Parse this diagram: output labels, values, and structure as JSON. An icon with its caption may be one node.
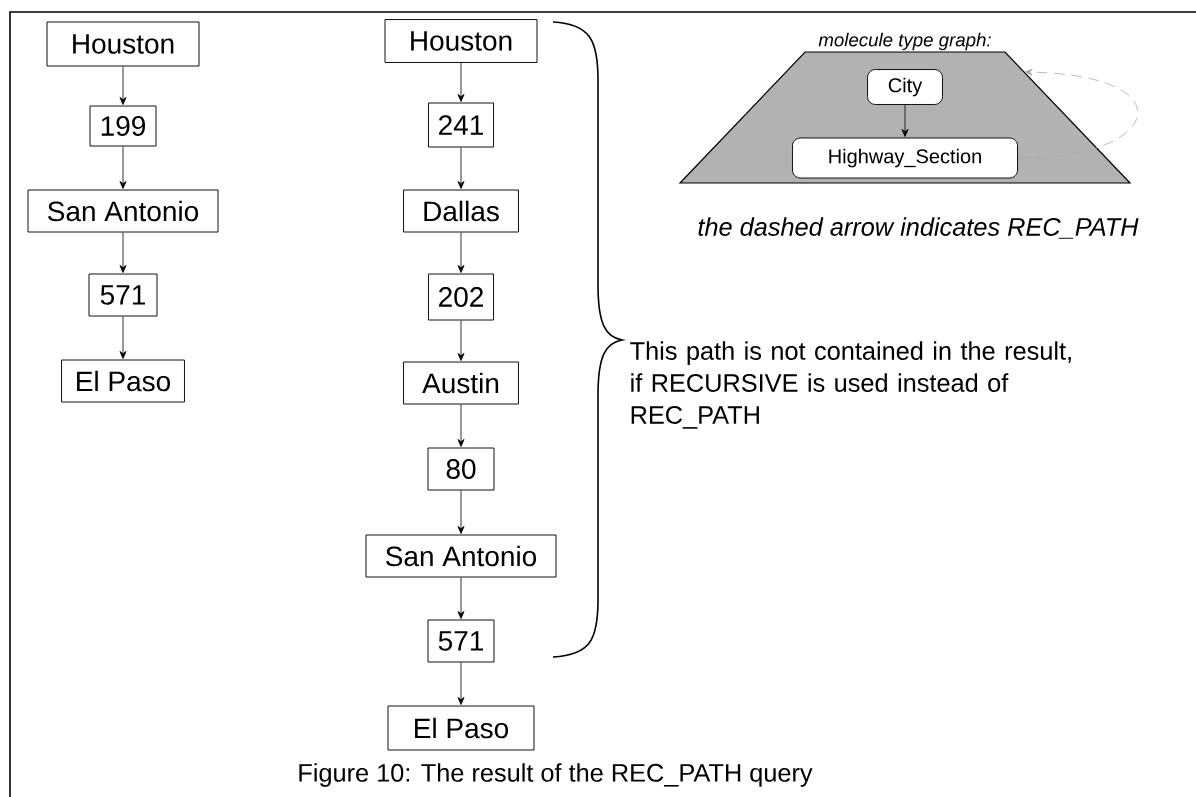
{
  "diagram": {
    "caption": "Figure 10: The result of the REC_PATH query",
    "nodes": [
      {
        "text": [
          "Houston"
        ]
      },
      {
        "text": [
          "199"
        ]
      },
      {
        "text": [
          "San Antonio"
        ]
      },
      {
        "text": [
          "571"
        ]
      },
      {
        "text": [
          "El Paso"
        ]
      },
      {
        "text": [
          "Houston"
        ]
      },
      {
        "text": [
          "241"
        ]
      },
      {
        "text": [
          "Dallas"
        ]
      },
      {
        "text": [
          "202"
        ]
      },
      {
        "text": [
          "Austin"
        ]
      },
      {
        "text": [
          "80"
        ]
      },
      {
        "text": [
          "San Antonio"
        ]
      },
      {
        "text": [
          "571"
        ]
      },
      {
        "text": [
          "El Paso"
        ]
      },
      {
        "text": [
          "molecule type graph:"
        ]
      },
      {
        "text": [
          "City"
        ],
        "in": 14
      },
      {
        "text": [
          "Highway_Section"
        ],
        "in": 14
      }
    ],
    "edges": [
      {
        "from": 0,
        "to": 1,
        "arrow": "to"
      },
      {
        "from": 1,
        "to": 2,
        "arrow": "to"
      },
      {
        "from": 2,
        "to": 3,
        "arrow": "to"
      },
      {
        "from": 3,
        "to": 4,
        "arrow": "to"
      },
      {
        "from": 5,
        "to": 6,
        "arrow": "to"
      },
      {
        "from": 6,
        "to": 7,
        "arrow": "to"
      },
      {
        "from": 7,
        "to": 8,
        "arrow": "to"
      },
      {
        "from": 8,
        "to": 9,
        "arrow": "to"
      },
      {
        "from": 9,
        "to": 10,
        "arrow": "to"
      },
      {
        "from": 10,
        "to": 11,
        "arrow": "to"
      },
      {
        "from": 11,
        "to": 12,
        "arrow": "to"
      },
      {
        "from": 12,
        "to": 13,
        "arrow": "to"
      },
      {
        "from": 15,
        "to": 16,
        "arrow": "to"
      },
      {
        "from": 16,
        "to": 14,
        "arrow": "to",
        "style": "dashed",
        "color": "#aaaaaa"
      }
    ],
    "labels": [
      "the dashed arrow indicates REC_PATH",
      "This path is not contained in the result, if RECURSIVE is used instead of REC_PATH"
    ]
  }
}
